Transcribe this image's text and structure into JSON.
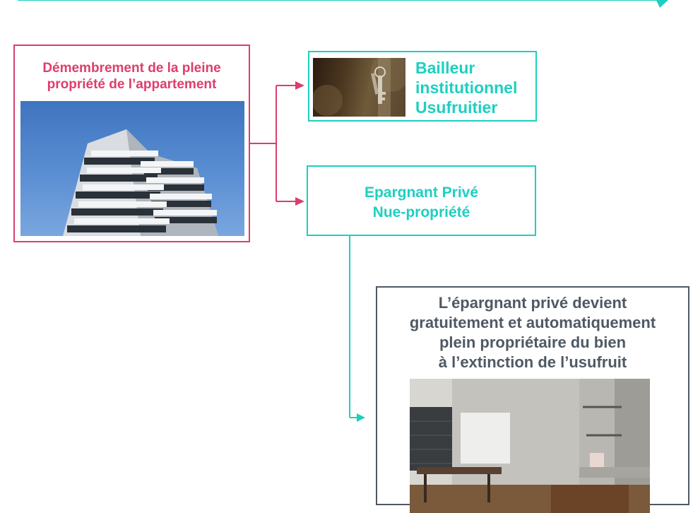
{
  "colors": {
    "pink": "#dc3e6c",
    "teal": "#1ecfc0",
    "grey": "#4f5964"
  },
  "nodes": {
    "demembrement": {
      "title_line1": "Démembrement de la pleine",
      "title_line2": "propriété de l’appartement",
      "image": "modern-apartment-building-photo"
    },
    "bailleur": {
      "line1": "Bailleur",
      "line2": "institutionnel",
      "line3": "Usufruitier",
      "image": "keys-in-door-photo"
    },
    "epargnant": {
      "line1": "Epargnant Privé",
      "line2": "Nue-propriété"
    },
    "resultat": {
      "line1": "L’épargnant privé devient",
      "line2": "gratuitement et automatiquement",
      "line3": "plein propriétaire du bien",
      "line4": "à l’extinction de l’usufruit",
      "image": "furnished-interior-photo"
    }
  },
  "edges": [
    {
      "from": "demembrement",
      "to": "bailleur"
    },
    {
      "from": "demembrement",
      "to": "epargnant"
    },
    {
      "from": "epargnant",
      "to": "resultat"
    }
  ]
}
